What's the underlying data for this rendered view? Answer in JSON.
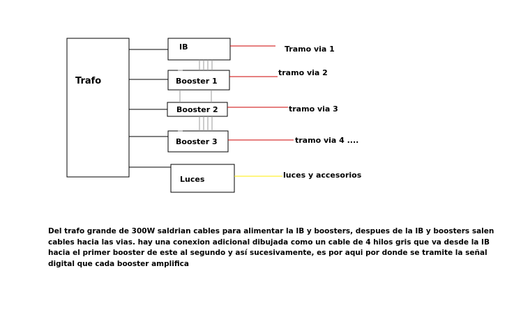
{
  "diagram": {
    "trafo_label": "Trafo",
    "ib_label": "IB",
    "booster1_label": "Booster  1",
    "booster2_label": "Booster  2",
    "booster3_label": "Booster  3",
    "luces_label": "Luces",
    "out_tramo1": "Tramo via 1",
    "out_tramo2": "tramo via 2",
    "out_tramo3": "tramo via 3",
    "out_tramo4": "tramo via 4 ....",
    "out_luces": "luces y accesorios",
    "colors": {
      "track_line": "#cc0000",
      "accessory_line": "#ffee00",
      "data_cable": "#999999",
      "wire": "#000000"
    }
  },
  "description": "Del trafo grande de 300W saldrian cables para alimentar la IB y boosters, despues de la IB y boosters salen cables hacia las vias. hay una conexion adicional dibujada como un cable de 4 hilos gris que va desde la IB hacia el primer booster de este al segundo y así sucesivamente, es por aqui por donde se tramite la señal digital que cada booster amplifica"
}
